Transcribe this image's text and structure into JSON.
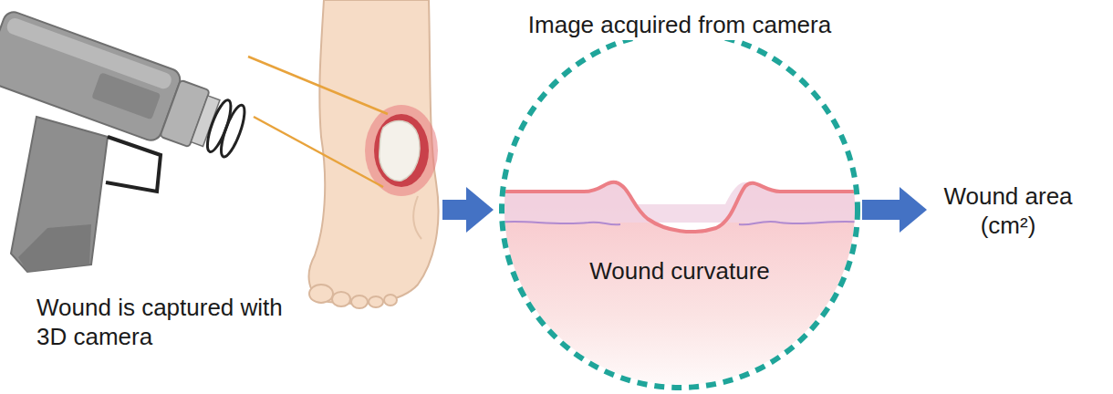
{
  "diagram": {
    "nodes": [
      {
        "text": [
          "Wound is captured with 3D camera"
        ]
      },
      {
        "text": [
          "Image acquired from camera",
          "Wound curvature"
        ]
      },
      {
        "text": [
          "Wound area (cm²)"
        ]
      }
    ],
    "edges": [
      {
        "from": 0,
        "to": 1,
        "arrow": "to"
      },
      {
        "from": 1,
        "to": 2,
        "arrow": "to"
      }
    ]
  }
}
